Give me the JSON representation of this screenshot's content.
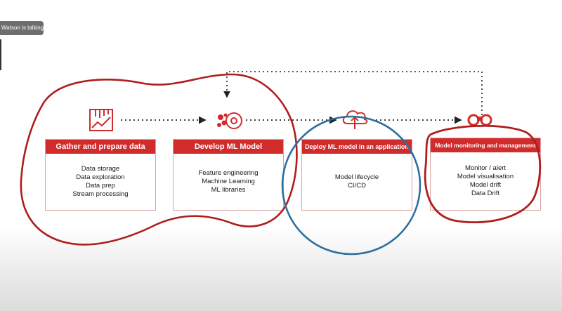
{
  "video": {
    "speaker_label": "Watson is talking"
  },
  "colors": {
    "accent": "#d22b2b",
    "red_ink": "#b01d1d",
    "blue_ink": "#2d6fa0"
  },
  "stages": [
    {
      "title": "Gather and prepare data",
      "icon": "chart-icon",
      "items": [
        "Data storage",
        "Data exploration",
        "Data prep",
        "Stream processing"
      ]
    },
    {
      "title": "Develop ML Model",
      "icon": "gears-icon",
      "items": [
        "Feature engineering",
        "Machine Learning",
        "ML libraries"
      ]
    },
    {
      "title": "Deploy ML model in an application",
      "icon": "cloud-upload-icon",
      "items": [
        "Model lifecycle",
        "CI/CD"
      ]
    },
    {
      "title": "Model monitoring and management",
      "icon": "binoculars-icon",
      "items": [
        "Monitor / alert",
        "Model visualisation",
        "Model drift",
        "Data Drift"
      ]
    }
  ]
}
